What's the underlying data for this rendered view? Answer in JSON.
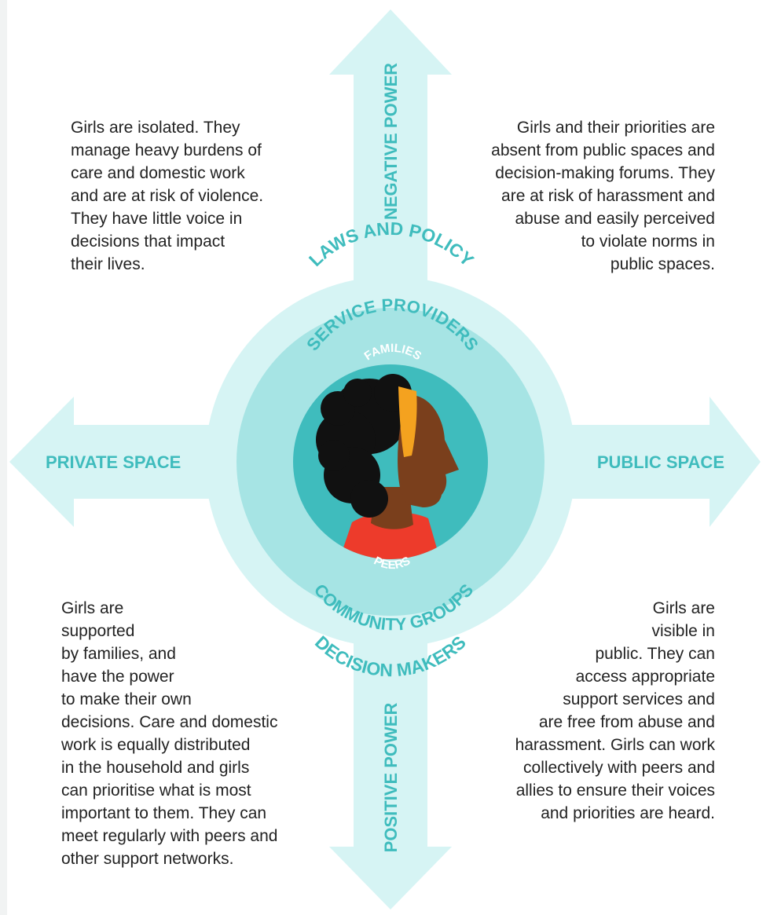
{
  "axes": {
    "top": "NEGATIVE POWER",
    "bottom": "POSITIVE POWER",
    "left": "PRIVATE SPACE",
    "right": "PUBLIC SPACE"
  },
  "rings": {
    "outer_top": "LAWS AND POLICY",
    "outer_bottom": "DECISION MAKERS",
    "middle_top": "SERVICE PROVIDERS",
    "middle_bottom": "COMMUNITY GROUPS",
    "inner_top": "FAMILIES",
    "inner_bottom": "PEERS"
  },
  "quadrants": {
    "top_left": "Girls are isolated. They\nmanage heavy burdens of\ncare and domestic work\nand are at risk of violence.\nThey have little voice in\ndecisions that impact\ntheir lives.",
    "top_right": "Girls and their priorities are\nabsent from public spaces and\ndecision-making forums. They\nare at risk of harassment and\nabuse and easily perceived\nto violate norms in\npublic spaces.",
    "bottom_left": "Girls are\nsupported\nby families, and\nhave the power\nto make their own\ndecisions. Care and domestic\nwork is equally distributed\nin the household and girls\ncan prioritise what is most\nimportant to them. They can\nmeet regularly with peers and\nother support networks.",
    "bottom_right": "Girls are\nvisible in\npublic. They can\naccess appropriate\nsupport services and\nare free from abuse and\nharassment. Girls can work\ncollectively with peers and\nallies to ensure their voices\nand priorities are heard."
  },
  "colors": {
    "arrow": "#d6f4f4",
    "outer_ring": "#d6f4f4",
    "middle_ring": "#a6e4e4",
    "inner_disc": "#3fbcbd",
    "label_teal": "#3fbcbd",
    "label_white": "#ffffff",
    "headband": "#f4a21f",
    "shirt": "#ed3b2b",
    "skin": "#7a3f1c",
    "hair": "#111111"
  }
}
